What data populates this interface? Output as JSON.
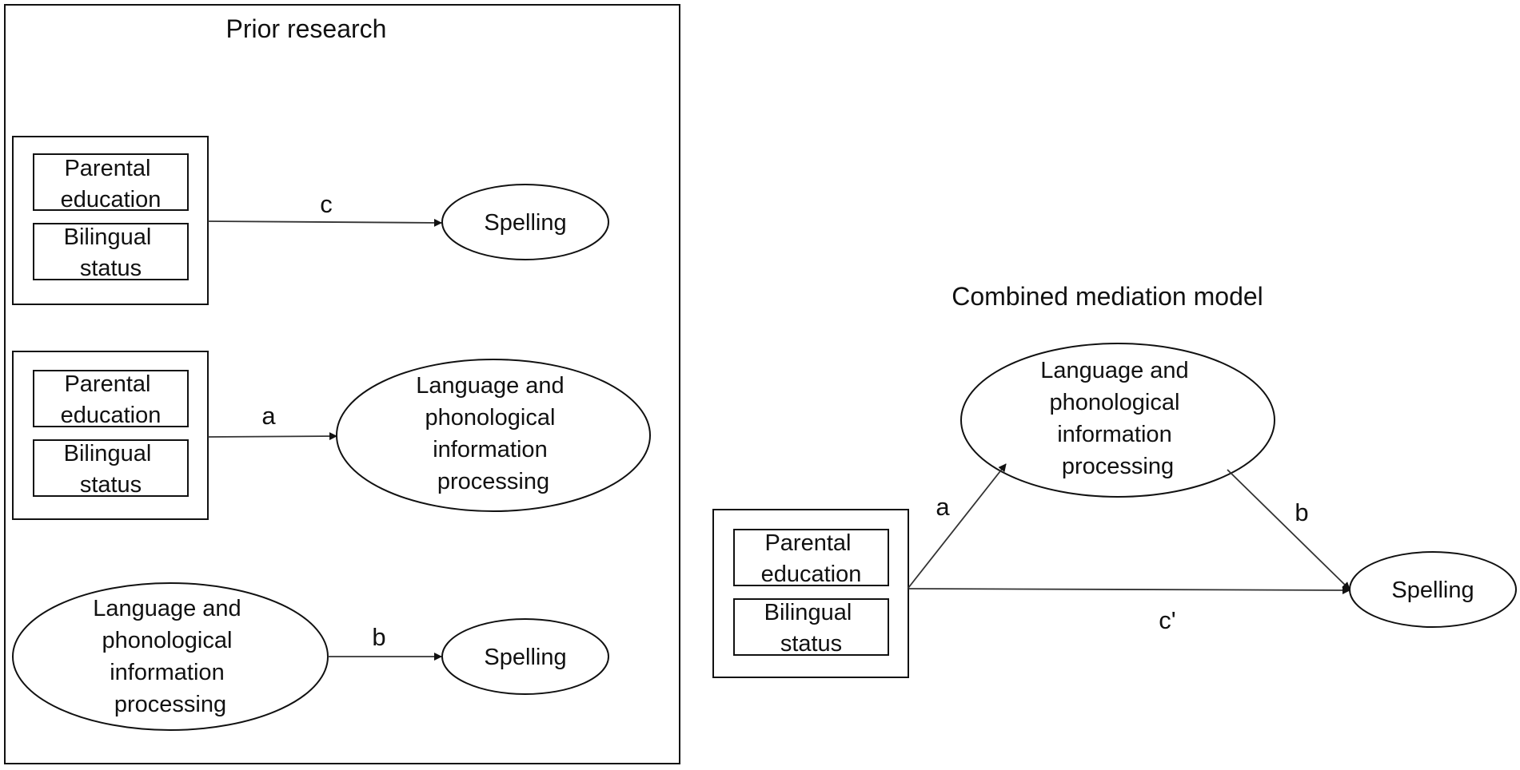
{
  "prior_research": {
    "title": "Prior research",
    "row_c": {
      "predictor_box": {
        "parental_education": [
          "Parental",
          "education"
        ],
        "bilingual_status": [
          "Bilingual",
          "status"
        ]
      },
      "path_label": "c",
      "outcome": [
        "Spelling"
      ]
    },
    "row_a": {
      "predictor_box": {
        "parental_education": [
          "Parental",
          "education"
        ],
        "bilingual_status": [
          "Bilingual",
          "status"
        ]
      },
      "path_label": "a",
      "outcome": [
        "Language and",
        "phonological",
        "information",
        "processing"
      ]
    },
    "row_b": {
      "predictor": [
        "Language and",
        "phonological",
        "information",
        "processing"
      ],
      "path_label": "b",
      "outcome": [
        "Spelling"
      ]
    }
  },
  "combined_model": {
    "title": "Combined mediation model",
    "predictor_box": {
      "parental_education": [
        "Parental",
        "education"
      ],
      "bilingual_status": [
        "Bilingual",
        "status"
      ]
    },
    "mediator": [
      "Language and",
      "phonological",
      "information",
      "processing"
    ],
    "outcome": [
      "Spelling"
    ],
    "path_a": "a",
    "path_b": "b",
    "path_c_prime": "c'"
  }
}
